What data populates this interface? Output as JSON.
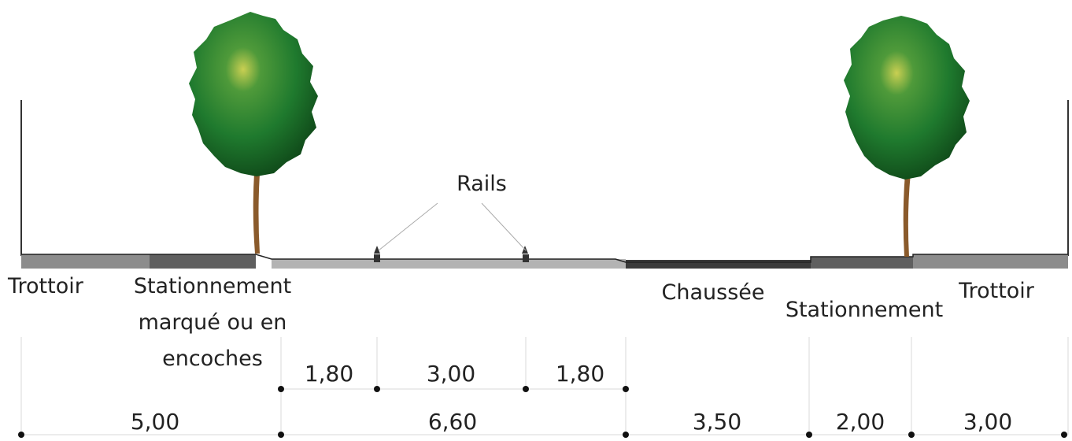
{
  "title": "",
  "callout": {
    "rails": "Rails"
  },
  "zones": {
    "left_sidewalk": "Trottoir",
    "left_parking_line1": "Stationnement",
    "left_parking_line2": "marqué ou en",
    "left_parking_line3": "encoches",
    "roadway": "Chaussée",
    "right_parking": "Stationnement",
    "right_sidewalk": "Trottoir"
  },
  "dimensions_top": {
    "d1": "1,80",
    "d2": "3,00",
    "d3": "1,80"
  },
  "dimensions_bottom": {
    "d1": "5,00",
    "d2": "6,60",
    "d3": "3,50",
    "d4": "2,00",
    "d5": "3,00"
  },
  "colors": {
    "tree_foliage": "#1f7a2e",
    "tree_highlight": "#b6c94a",
    "trunk": "#8a5a2b",
    "sidewalk": "#8c8c8c",
    "parking": "#5a5a5a",
    "tram_platform": "#b3b3b3",
    "roadway": "#3a3a3a"
  }
}
